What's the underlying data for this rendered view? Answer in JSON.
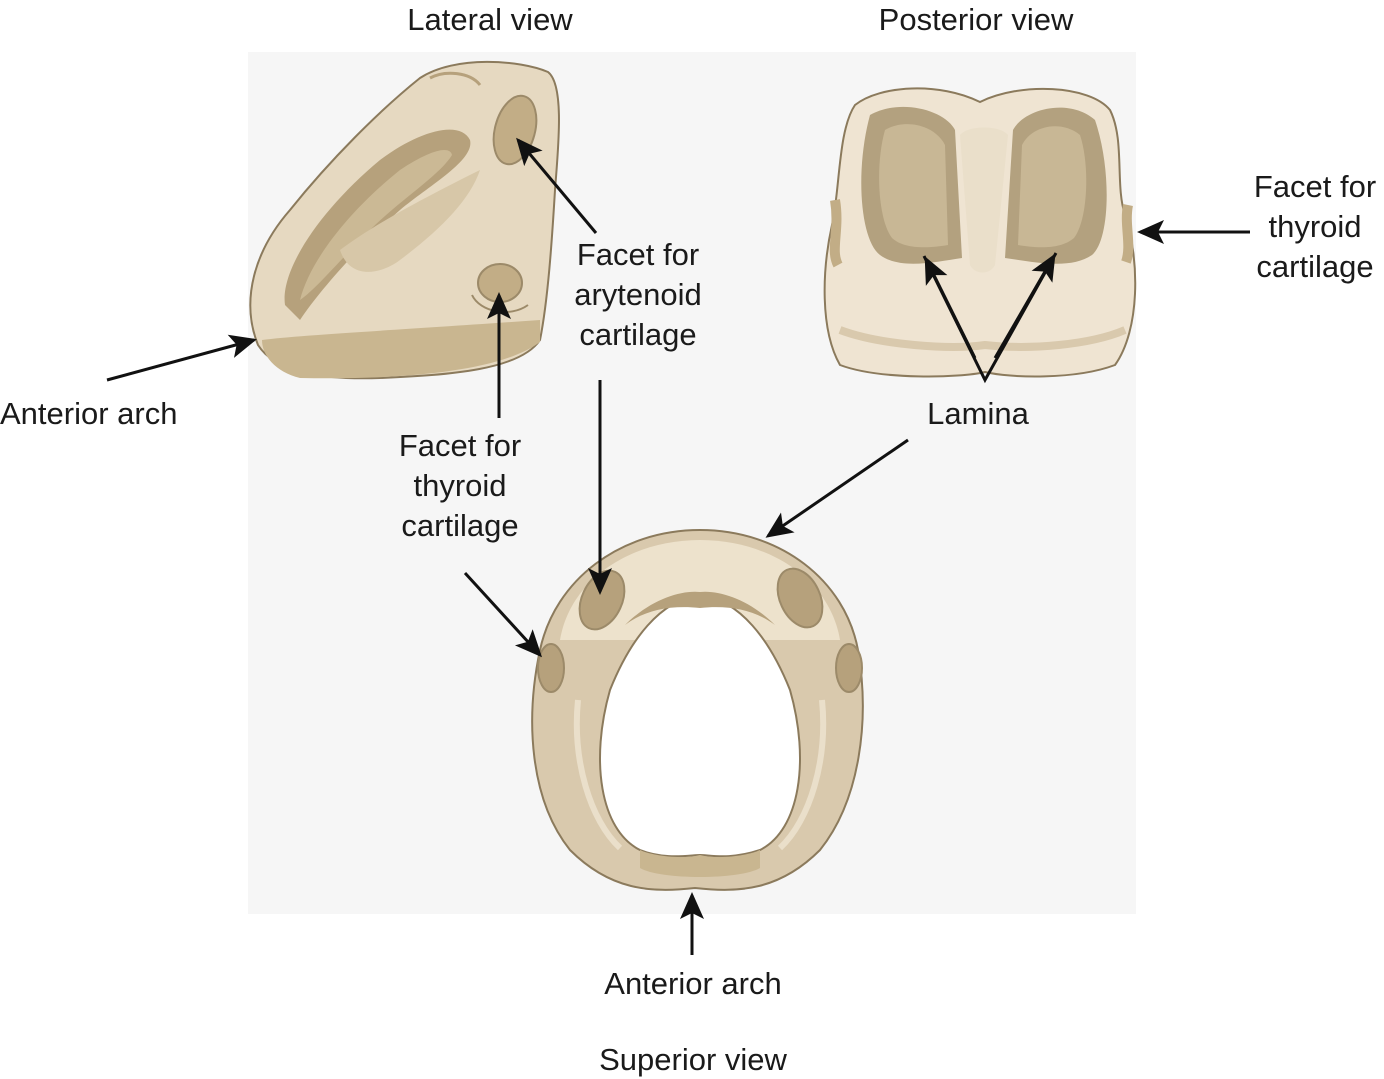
{
  "titles": {
    "lateral": "Lateral view",
    "posterior": "Posterior view",
    "superior": "Superior view"
  },
  "labels": {
    "anterior_arch_lateral": "Anterior arch",
    "facet_arytenoid": [
      "Facet for",
      "arytenoid",
      "cartilage"
    ],
    "facet_thyroid_lateral": [
      "Facet for",
      "thyroid",
      "cartilage"
    ],
    "facet_thyroid_posterior": [
      "Facet for",
      "thyroid",
      "cartilage"
    ],
    "lamina": "Lamina",
    "anterior_arch_superior": "Anterior arch"
  },
  "colors": {
    "cartilage_light": "#efe4d2",
    "cartilage_mid": "#d9c9ad",
    "cartilage_shade": "#b8a684",
    "cartilage_dark": "#9c8a69",
    "outline": "#8b7a5c",
    "arrow": "#111111"
  }
}
